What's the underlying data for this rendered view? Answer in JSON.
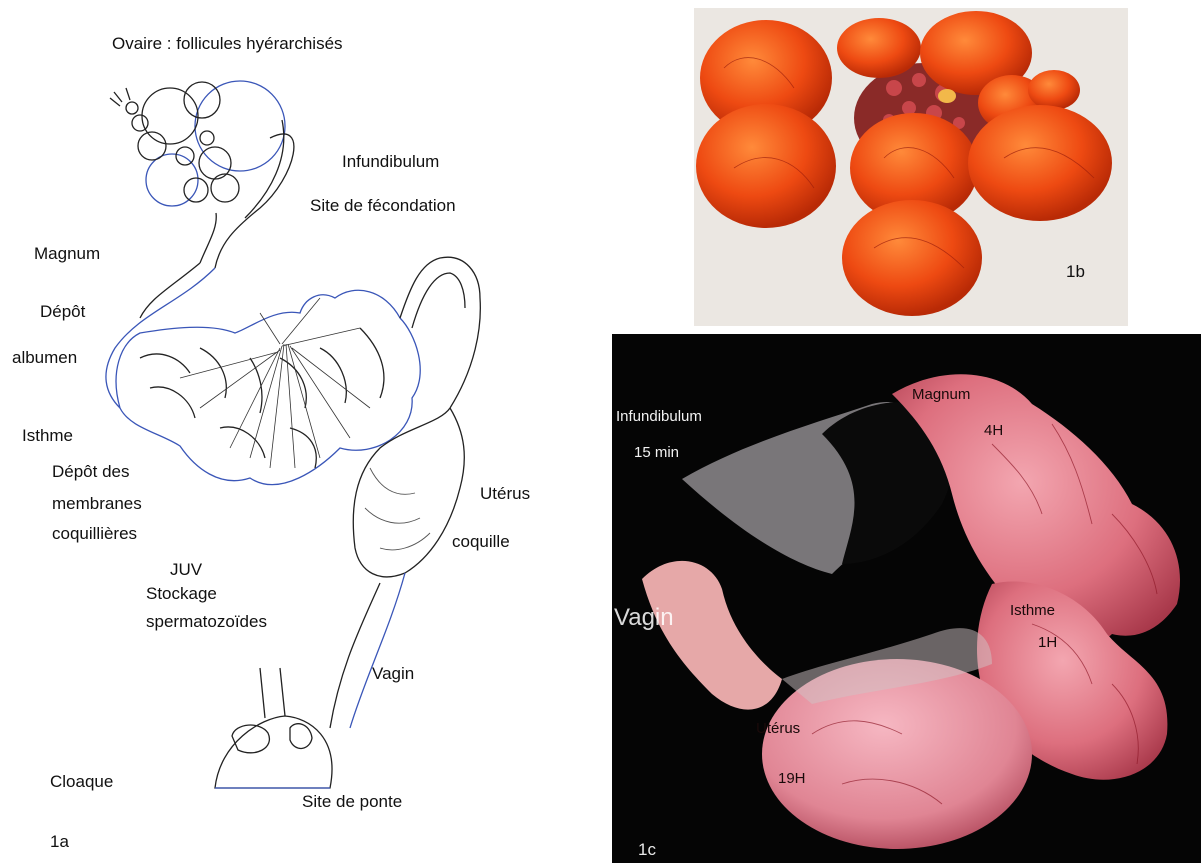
{
  "panel_a": {
    "id": "1a",
    "title": "Ovaire : follicules hyérarchisés",
    "labels": {
      "infundibulum": "Infundibulum",
      "site_fecondation": "Site de fécondation",
      "magnum": "Magnum",
      "depot": "Dépôt",
      "albumen": "albumen",
      "isthme": "Isthme",
      "depot_des": "Dépôt des",
      "membranes": "membranes",
      "coquillieres": "coquillières",
      "juv": "JUV",
      "stockage": "Stockage",
      "spermatozoides": "spermatozoïdes",
      "uterus": "Utérus",
      "coquille": "coquille",
      "vagin": "Vagin",
      "cloaque": "Cloaque",
      "site_ponte": "Site de ponte"
    }
  },
  "panel_b": {
    "id": "1b"
  },
  "panel_c": {
    "id": "1c",
    "labels": {
      "infundibulum": "Infundibulum",
      "infundibulum_time": "15 min",
      "magnum": "Magnum",
      "magnum_time": "4H",
      "isthme": "Isthme",
      "isthme_time": "1H",
      "uterus": "Utérus",
      "uterus_time": "19H",
      "vagin": "Vagin"
    }
  },
  "colors": {
    "drawing_outline": "#3a56b8",
    "yolk_orange": "#ee4a12",
    "tissue_pink": "#e07a86",
    "photo_bg_dark": "#050505"
  }
}
